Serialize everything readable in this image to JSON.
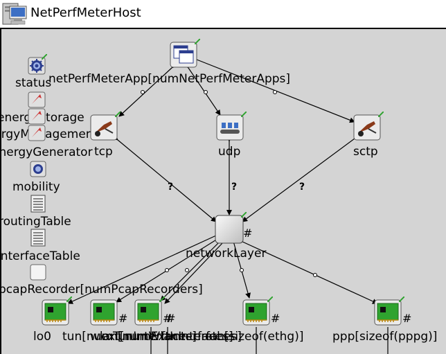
{
  "window": {
    "title": "NetPerfMeterHost",
    "icon": "host-computer-icon"
  },
  "colors": {
    "canvas_bg": "#d4d4d4",
    "nic_green": "#2fa32f",
    "link_dot": "#000000"
  },
  "modules": {
    "app": {
      "label": "netPerfMeterApp[numNetPerfMeterApps]",
      "icon": "application-window-icon"
    },
    "tcp": {
      "label": "tcp",
      "icon": "wheelbarrow-icon"
    },
    "udp": {
      "label": "udp",
      "icon": "conveyor-icon"
    },
    "sctp": {
      "label": "sctp",
      "icon": "wheelbarrow-icon"
    },
    "network_layer": {
      "label": "networkLayer",
      "multi_marker": "#",
      "icon": "box-icon"
    },
    "status": {
      "label": "status",
      "icon": "gear-icon"
    },
    "energy_storage": {
      "label": "energyStorage",
      "icon": "wrench-icon"
    },
    "energy_management": {
      "label": "energyManagement",
      "icon": "wrench-icon"
    },
    "energy_generator": {
      "label": "energyGenerator",
      "icon": "wrench-icon"
    },
    "mobility": {
      "label": "mobility",
      "icon": "gear-icon"
    },
    "routing_table": {
      "label": "routingTable",
      "icon": "table-icon"
    },
    "interface_table": {
      "label": "interfaceTable",
      "icon": "table-icon"
    },
    "pcap_recorder": {
      "label": "pcapRecorder[numPcapRecorders]",
      "icon": "blank-box-icon"
    },
    "lo0": {
      "label": "lo0"
    },
    "tun": {
      "label": "tun[numTunInterfaces]",
      "multi_marker": "#"
    },
    "wlan": {
      "label": "wlan[numWlanInterfaces]",
      "multi_marker": "#"
    },
    "ext": {
      "label": "ext[numExtInterfaces]",
      "multi_marker": "#"
    },
    "eth": {
      "label": "eth[sizeof(ethg)]",
      "multi_marker": "#"
    },
    "ppp": {
      "label": "ppp[sizeof(pppg)]",
      "multi_marker": "#"
    }
  },
  "link_marks": {
    "tcp": "?",
    "udp": "?",
    "sctp": "?"
  }
}
